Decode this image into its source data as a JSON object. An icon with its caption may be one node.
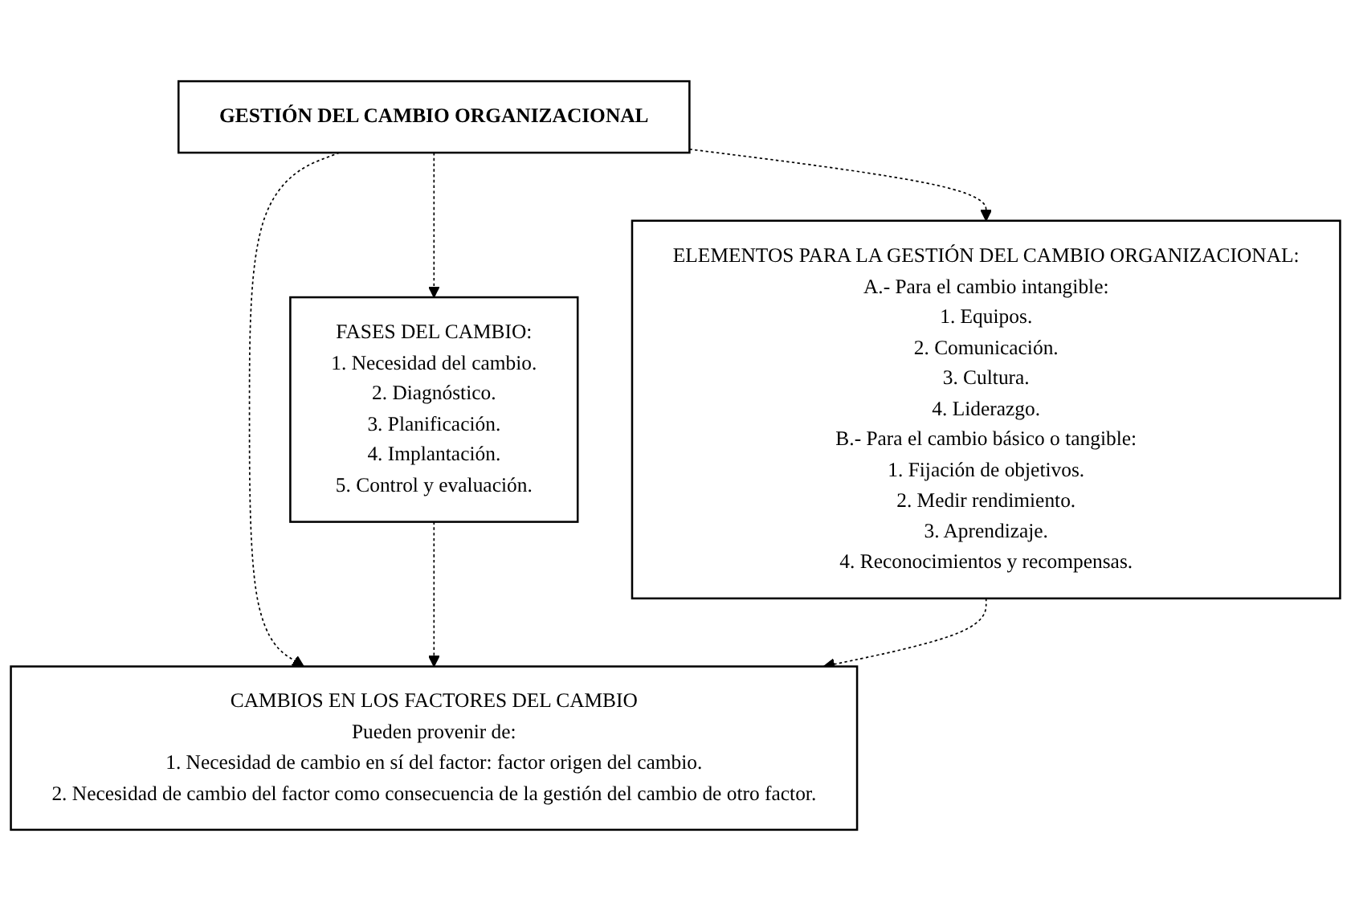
{
  "diagram": {
    "nodes": [
      {
        "text": [
          "GESTIÓN DEL CAMBIO ORGANIZACIONAL"
        ]
      },
      {
        "text": [
          "FASES DEL CAMBIO:",
          "1. Necesidad del cambio.",
          "2. Diagnóstico.",
          "3. Planificación.",
          "4. Implantación.",
          "5. Control y evaluación."
        ]
      },
      {
        "text": [
          "ELEMENTOS PARA LA GESTIÓN DEL CAMBIO ORGANIZACIONAL:",
          "A.- Para el cambio intangible:",
          "1. Equipos.",
          "2. Comunicación.",
          "3. Cultura.",
          "4. Liderazgo.",
          "B.- Para el cambio básico o tangible:",
          "1. Fijación de objetivos.",
          "2. Medir rendimiento.",
          "3. Aprendizaje.",
          "4. Reconocimientos y recompensas."
        ]
      },
      {
        "text": [
          "CAMBIOS EN LOS FACTORES DEL CAMBIO",
          "Pueden provenir de:",
          "1. Necesidad de cambio en sí del factor: factor origen del cambio.",
          "2. Necesidad de cambio del factor como consecuencia de la gestión del cambio de otro factor."
        ]
      }
    ],
    "edges": [
      {
        "from": 0,
        "to": 1,
        "arrow": "to",
        "style": "dashed"
      },
      {
        "from": 0,
        "to": 3,
        "arrow": "to",
        "style": "dashed"
      },
      {
        "from": 0,
        "to": 2,
        "arrow": "to",
        "style": "dashed"
      },
      {
        "from": 1,
        "to": 3,
        "arrow": "to",
        "style": "dashed"
      },
      {
        "from": 2,
        "to": 3,
        "arrow": "to",
        "style": "dashed"
      }
    ]
  }
}
